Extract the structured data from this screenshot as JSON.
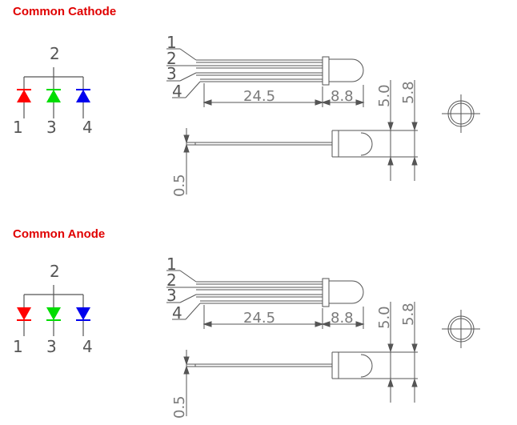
{
  "sections": [
    {
      "title": "Common Cathode",
      "common_pin": "2",
      "pins": [
        "1",
        "3",
        "4"
      ],
      "led_orientation": "up"
    },
    {
      "title": "Common Anode",
      "common_pin": "2",
      "pins": [
        "1",
        "3",
        "4"
      ],
      "led_orientation": "down"
    }
  ],
  "drawing": {
    "pin_labels": [
      "1",
      "2",
      "3",
      "4"
    ],
    "lead_length": "24.5",
    "body_length": "8.8",
    "body_diameter": "5.0",
    "flange_diameter": "5.8",
    "lead_thickness": "0.5"
  },
  "colors": {
    "title": "#e00000",
    "led_red": "#ff0000",
    "led_green": "#00dd00",
    "led_blue": "#0000ee"
  }
}
